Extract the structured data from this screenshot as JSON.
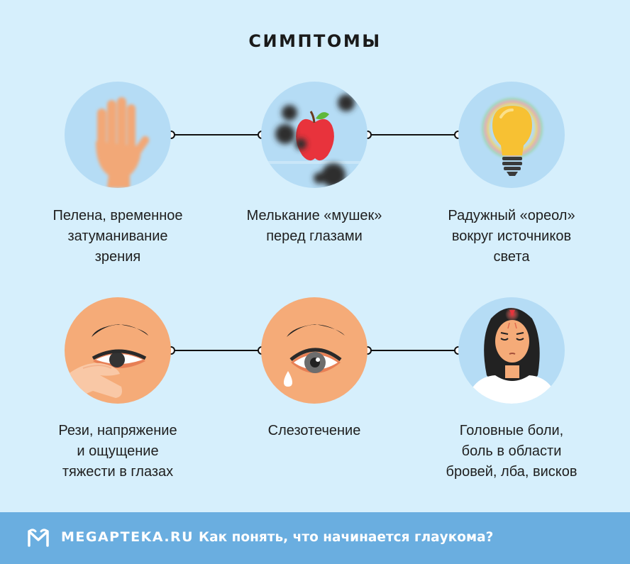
{
  "title": "СИМПТОМЫ",
  "symptoms": [
    {
      "label_lines": [
        "Пелена, временное",
        "затуманивание",
        "зрения"
      ],
      "icon": "blurred-hand-icon"
    },
    {
      "label_lines": [
        "Мелькание «мушек»",
        "перед глазами"
      ],
      "icon": "apple-with-floaters-icon"
    },
    {
      "label_lines": [
        "Радужный «ореол»",
        "вокруг источников",
        "света"
      ],
      "icon": "glowing-lightbulb-icon"
    },
    {
      "label_lines": [
        "Рези, напряжение",
        "и ощущение",
        "тяжести в глазах"
      ],
      "icon": "rubbing-eye-icon"
    },
    {
      "label_lines": [
        "Слезотечение"
      ],
      "icon": "teary-eye-icon"
    },
    {
      "label_lines": [
        "Головные боли,",
        "боль в области",
        "бровей, лба, висков"
      ],
      "icon": "woman-headache-icon"
    }
  ],
  "footer": {
    "brand": "MEGAPTEKA.RU",
    "tagline": "Как понять, что начинается глаукома?",
    "icon": "megapteka-logo-icon"
  },
  "colors": {
    "background": "#d6effc",
    "circle": "#b5dcf5",
    "skin": "#f5ab78",
    "footer": "#6aaee0"
  }
}
